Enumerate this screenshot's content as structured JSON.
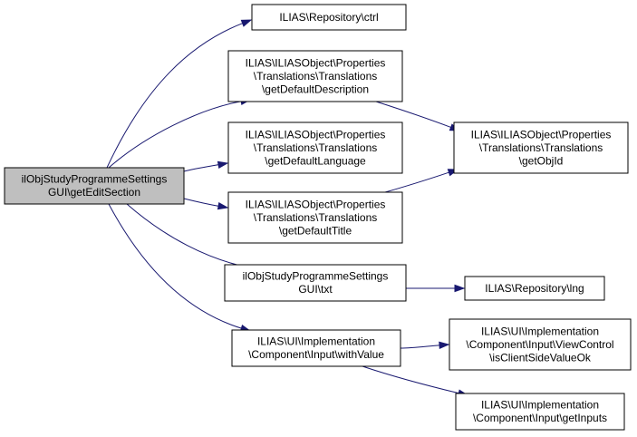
{
  "nodes": {
    "root": [
      "ilObjStudyProgrammeSettings",
      "GUI\\getEditSection"
    ],
    "ctrl": [
      "ILIAS\\Repository\\ctrl"
    ],
    "get_default_description": [
      "ILIAS\\ILIASObject\\Properties",
      "\\Translations\\Translations",
      "\\getDefaultDescription"
    ],
    "get_default_language": [
      "ILIAS\\ILIASObject\\Properties",
      "\\Translations\\Translations",
      "\\getDefaultLanguage"
    ],
    "get_default_title": [
      "ILIAS\\ILIASObject\\Properties",
      "\\Translations\\Translations",
      "\\getDefaultTitle"
    ],
    "txt": [
      "ilObjStudyProgrammeSettings",
      "GUI\\txt"
    ],
    "with_value": [
      "ILIAS\\UI\\Implementation",
      "\\Component\\Input\\withValue"
    ],
    "get_obj_id": [
      "ILIAS\\ILIASObject\\Properties",
      "\\Translations\\Translations",
      "\\getObjId"
    ],
    "lng": [
      "ILIAS\\Repository\\lng"
    ],
    "is_client_side_value_ok": [
      "ILIAS\\UI\\Implementation",
      "\\Component\\Input\\ViewControl",
      "\\isClientSideValueOk"
    ],
    "get_inputs": [
      "ILIAS\\UI\\Implementation",
      "\\Component\\Input\\getInputs"
    ]
  },
  "edges": [
    [
      "root",
      "ctrl"
    ],
    [
      "root",
      "get_default_description"
    ],
    [
      "root",
      "get_default_language"
    ],
    [
      "root",
      "get_default_title"
    ],
    [
      "root",
      "txt"
    ],
    [
      "root",
      "with_value"
    ],
    [
      "get_default_description",
      "get_obj_id"
    ],
    [
      "get_default_title",
      "get_obj_id"
    ],
    [
      "txt",
      "lng"
    ],
    [
      "with_value",
      "is_client_side_value_ok"
    ],
    [
      "with_value",
      "get_inputs"
    ]
  ],
  "colors": {
    "edge": "#191970",
    "root_fill": "#bfbfbf",
    "node_fill": "#ffffff",
    "border": "#000000"
  }
}
